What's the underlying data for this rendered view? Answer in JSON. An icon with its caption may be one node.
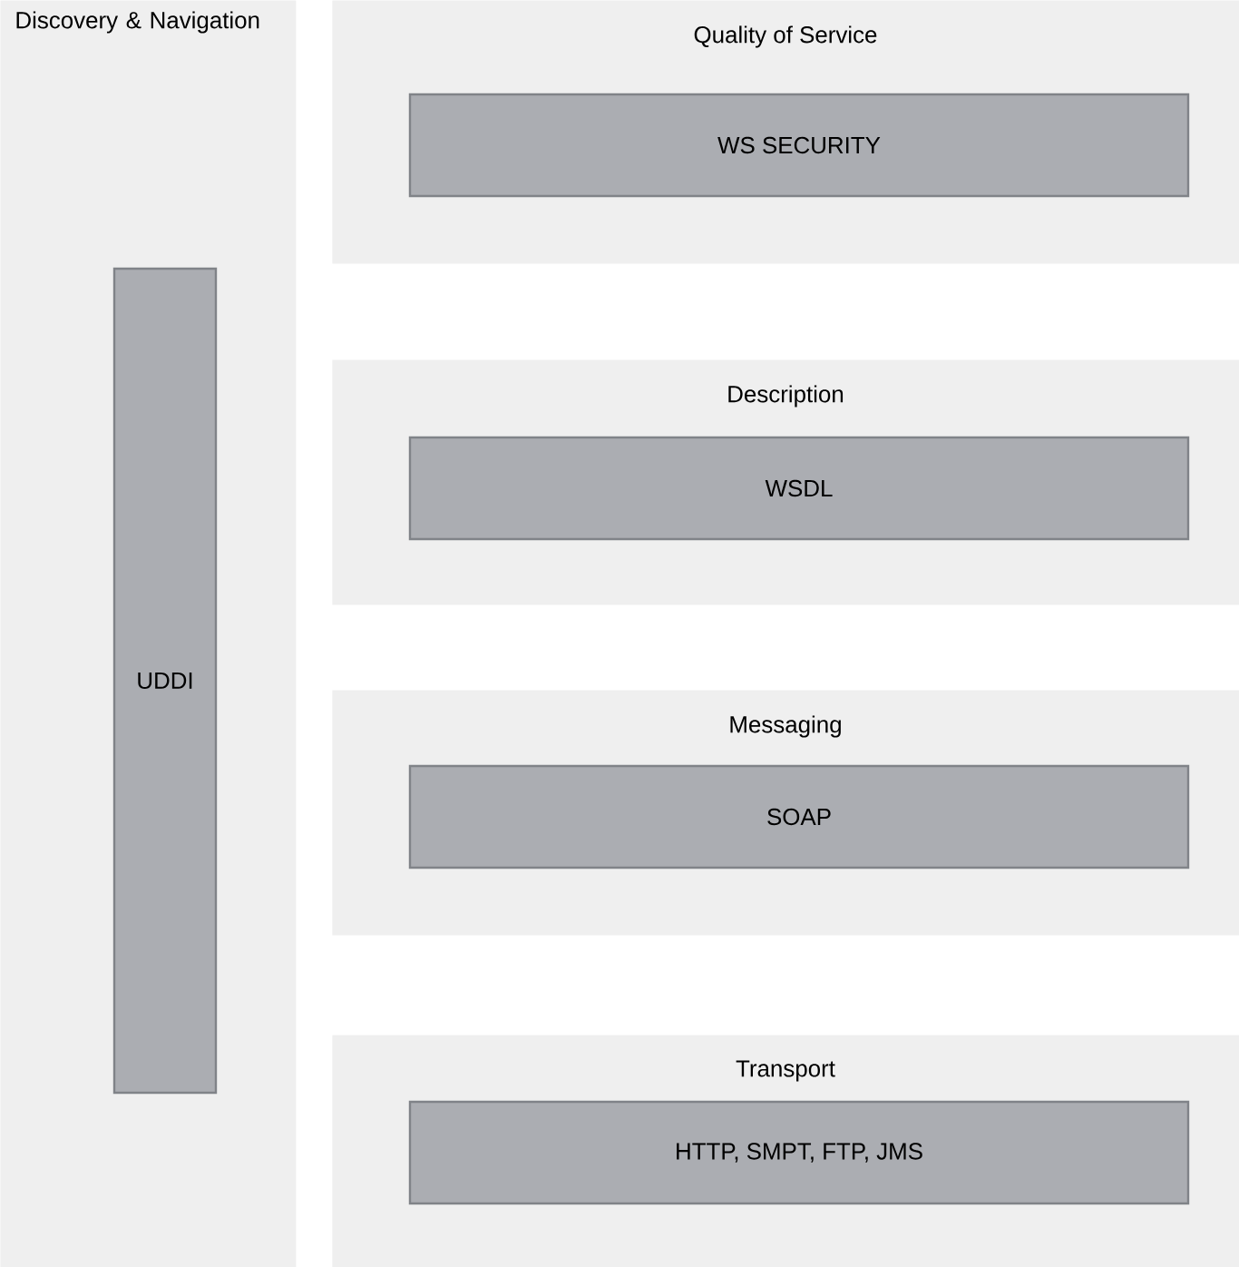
{
  "diagram": {
    "nodes": [
      {
        "text": [
          "Discovery & Navigation"
        ]
      },
      {
        "text": [
          "UDDI"
        ],
        "in": 0
      },
      {
        "text": [
          "Quality of Service"
        ]
      },
      {
        "text": [
          "WS SECURITY"
        ],
        "in": 2
      },
      {
        "text": [
          "Description"
        ]
      },
      {
        "text": [
          "WSDL"
        ],
        "in": 4
      },
      {
        "text": [
          "Messaging"
        ]
      },
      {
        "text": [
          "SOAP"
        ],
        "in": 6
      },
      {
        "text": [
          "Transport"
        ]
      },
      {
        "text": [
          "HTTP, SMPT, FTP, JMS"
        ],
        "in": 8
      }
    ]
  }
}
